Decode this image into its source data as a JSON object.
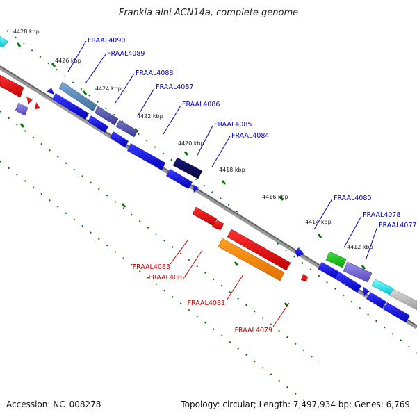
{
  "title": "Frankia alni ACN14a, complete genome",
  "footer": {
    "accession": "Accession: NC_008278",
    "summary": "Topology: circular; Length: 7,497,934 bp; Genes: 6,769"
  },
  "colors": {
    "forward_label": "#0000cc",
    "reverse_label": "#cc0000",
    "backbone": "#808080",
    "tick": "#007700"
  },
  "scale_labels": [
    "4428 kbp",
    "4426 kbp",
    "4424 kbp",
    "4422 kbp",
    "4420 kbp",
    "4418 kbp",
    "4416 kbp",
    "4414 kbp",
    "4412 kbp"
  ],
  "forward_genes": [
    "FRAAL4090",
    "FRAAL4089",
    "FRAAL4088",
    "FRAAL4087",
    "FRAAL4086",
    "FRAAL4085",
    "FRAAL4084",
    "FRAAL4080",
    "FRAAL4078",
    "FRAAL4077"
  ],
  "reverse_genes": [
    "FRAAL4083",
    "FRAAL4082",
    "FRAAL4081",
    "FRAAL4079"
  ]
}
